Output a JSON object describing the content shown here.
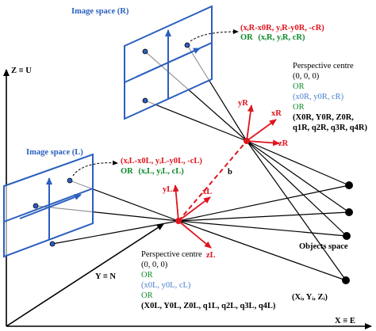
{
  "colors": {
    "image_plane": "#2a5fbf",
    "red": "#e0141e",
    "green": "#0e8a2a",
    "light_blue": "#4a7fd0",
    "black": "#000000"
  },
  "axes": {
    "z_label": "Z ≡ U",
    "y_label": "Y ≡ N",
    "x_label": "X ≡ E"
  },
  "right_image": {
    "title": "Image space (R)",
    "coord_red": "(xᵢR-x0R, yᵢR-y0R, -cR)",
    "or_label": "OR",
    "coord_green": "(xᵢR, yᵢR, cR)"
  },
  "left_image": {
    "title": "Image space (L)",
    "coord_red": "(xᵢL-x0L, yᵢL-y0L, -cL)",
    "or_label": "OR",
    "coord_green": "(xᵢL, yᵢL, cL)"
  },
  "right_centre": {
    "title": "Perspective centre",
    "origin": "(0, 0, 0)",
    "or1": "OR",
    "principal": "(x0R, y0R, cR)",
    "or2": "OR",
    "params_line1": "(X0R, Y0R, Z0R,",
    "params_line2": "q1R, q2R, q3R, q4R)",
    "axis_y": "yR",
    "axis_x": "xR",
    "axis_z": "zR"
  },
  "left_centre": {
    "title": "Perspective centre",
    "origin": "(0, 0, 0)",
    "or1": "OR",
    "principal": "(x0L, y0L, cL)",
    "or2": "OR",
    "params": "(X0L, Y0L, Z0L, q1L, q2L, q3L, q4L)",
    "axis_y": "yL",
    "axis_x": "xL",
    "axis_z": "zL"
  },
  "baseline": "b",
  "objects": {
    "title": "Objects space",
    "coord": "(Xᵢ, Yᵢ, Zᵢ)"
  }
}
